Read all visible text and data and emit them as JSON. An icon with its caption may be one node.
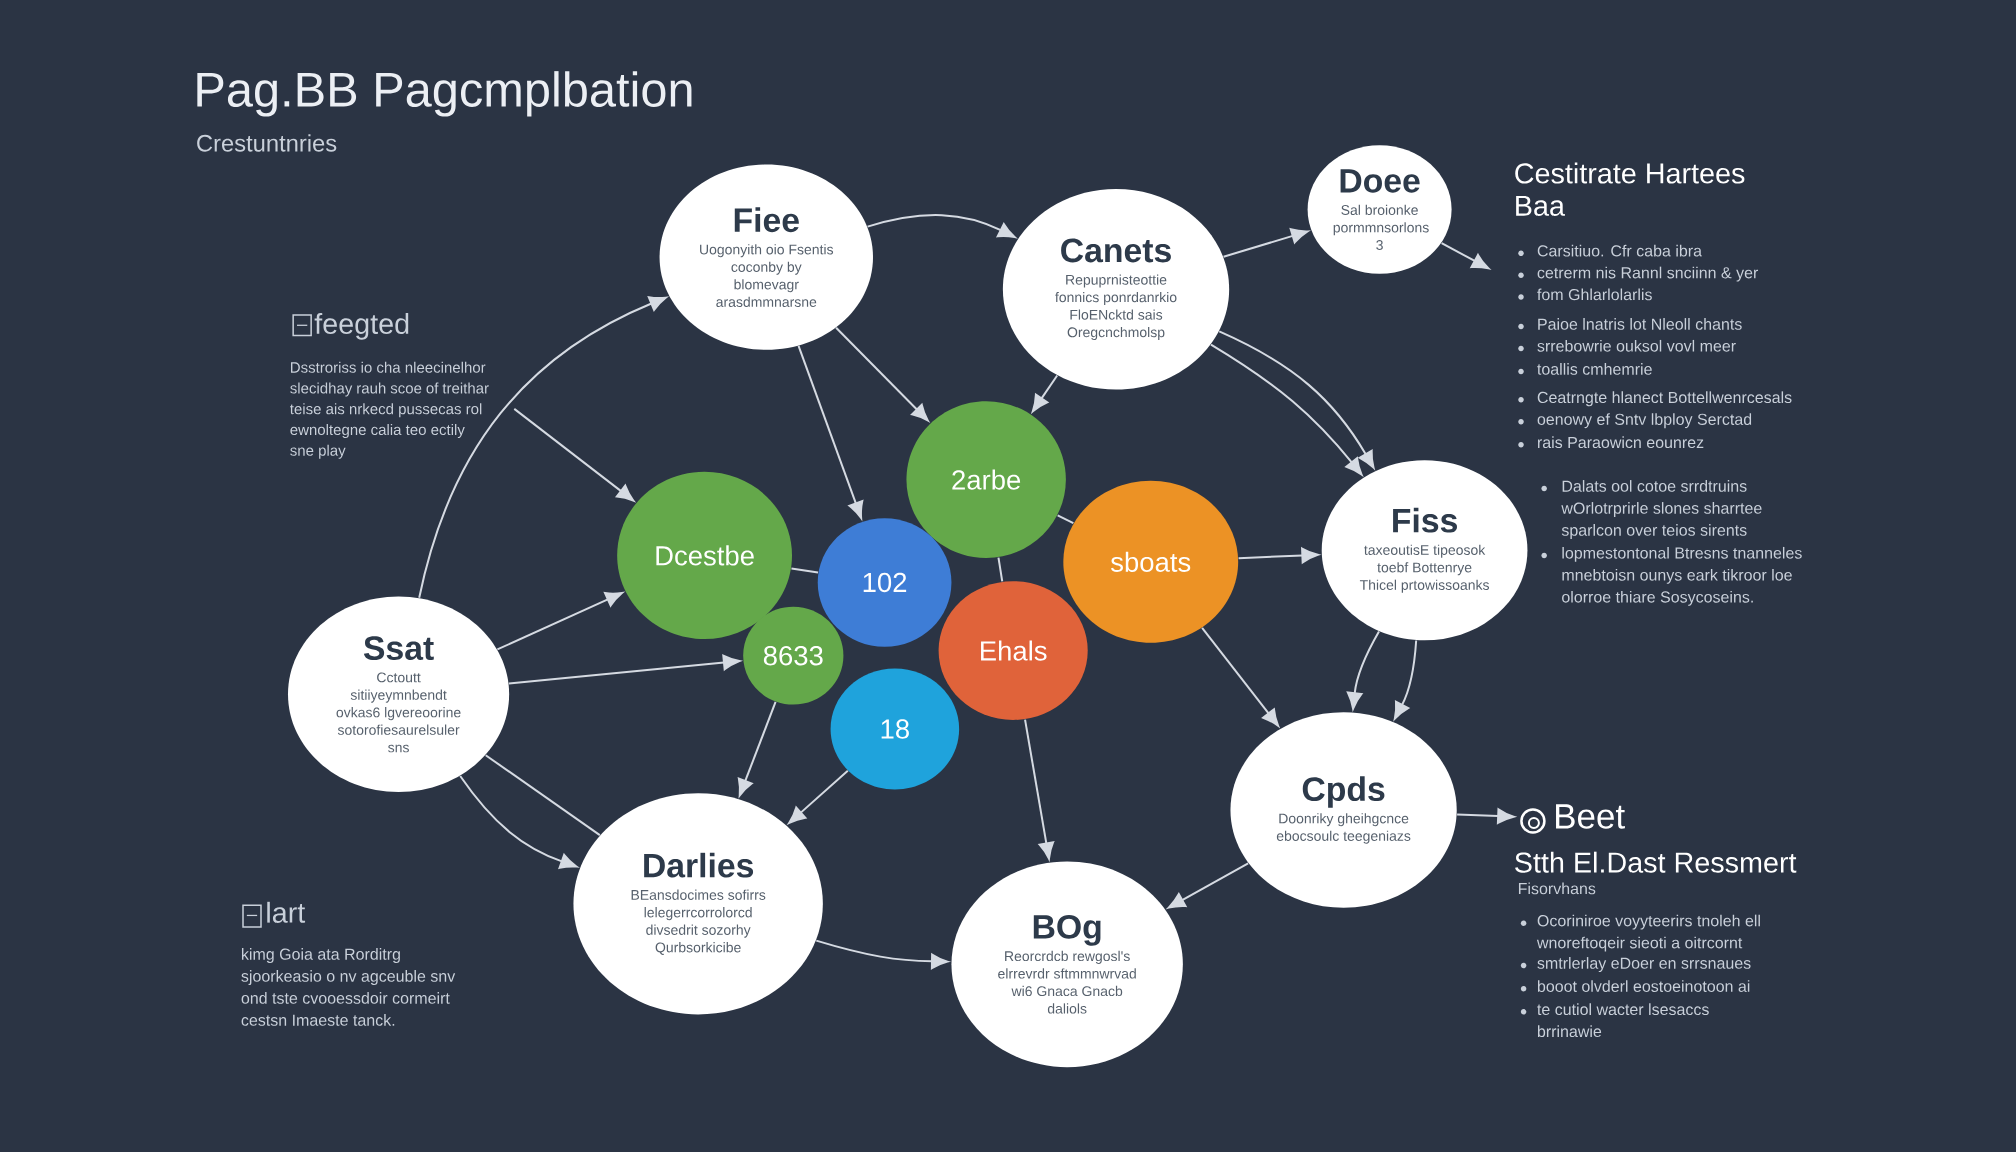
{
  "diagram": {
    "title": "Pag.BB Pagcmplbation",
    "nodes": [
      {
        "text": [
          "Fiee",
          "Uogonyith oio Fsentis coconby by blomevagr arasdmmnarsne"
        ]
      },
      {
        "text": [
          "Doee",
          "Sal broionke pormmnsorlons 3"
        ]
      },
      {
        "text": [
          "Canets",
          "Repuprnisteottie fonnics ponrdanrkio FloENcktd sais Oregcnchmolsp"
        ]
      },
      {
        "text": [
          "2arbe"
        ]
      },
      {
        "text": [
          "Fiss",
          "taxeoutisE tipeosok toebf Bottenrye Thicel prtowissoanks"
        ]
      },
      {
        "text": [
          "Dcestbe"
        ]
      },
      {
        "text": [
          "sboats"
        ]
      },
      {
        "text": [
          "102"
        ]
      },
      {
        "text": [
          "Ssat",
          "Cctoutt sitiiyeymnbendt ovkas6 lgvereoorine sotorofiesaurelsuler sns"
        ]
      },
      {
        "text": [
          "Ehals"
        ]
      },
      {
        "text": [
          "8633"
        ]
      },
      {
        "text": [
          "18"
        ]
      },
      {
        "text": [
          "Cpds",
          "Doonriky gheihgcnce ebocsoulc teegeniazs"
        ]
      },
      {
        "text": [
          "Beet"
        ]
      },
      {
        "text": [
          "Darlies",
          "BEansdocimes sofirrs lelegerrcorrolorcd divsedrit sozorhy Qurbsorkicibe"
        ]
      },
      {
        "text": [
          "BOg",
          "Reorcrdcb rewgosl's elrrevrdr sftmmnwrvad wi6 Gnaca Gnacb daliols"
        ]
      }
    ],
    "edges": [
      {
        "from": 8,
        "to": 0,
        "arrow": "to"
      },
      {
        "from": 0,
        "to": 2,
        "arrow": "to"
      },
      {
        "from": null,
        "to": 5,
        "arrow": "to"
      },
      {
        "from": 0,
        "to": 7,
        "arrow": "to"
      },
      {
        "from": 0,
        "to": 3,
        "arrow": "to"
      },
      {
        "from": 2,
        "to": 3,
        "arrow": "to"
      },
      {
        "from": 2,
        "to": 1,
        "arrow": "to"
      },
      {
        "from": 2,
        "to": 4,
        "arrow": "to"
      },
      {
        "from": 2,
        "to": 4,
        "arrow": "to"
      },
      {
        "from": 1,
        "to": null,
        "arrow": "to"
      },
      {
        "from": 6,
        "to": 4,
        "arrow": "to"
      },
      {
        "from": 4,
        "to": 12,
        "arrow": "to"
      },
      {
        "from": 4,
        "to": 12,
        "arrow": "to"
      },
      {
        "from": 6,
        "to": 12,
        "arrow": "to"
      },
      {
        "from": 9,
        "to": 15,
        "arrow": "to"
      },
      {
        "from": 12,
        "to": 15,
        "arrow": "to"
      },
      {
        "from": 12,
        "to": 13,
        "arrow": "to"
      },
      {
        "from": 14,
        "to": 15,
        "arrow": "to"
      },
      {
        "from": 11,
        "to": 14,
        "arrow": "to"
      },
      {
        "from": 10,
        "to": 14,
        "arrow": "to"
      },
      {
        "from": 8,
        "to": 14,
        "arrow": "to"
      },
      {
        "from": 8,
        "to": 14,
        "arrow": "none"
      },
      {
        "from": 8,
        "to": 5,
        "arrow": "to"
      },
      {
        "from": 8,
        "to": 10,
        "arrow": "to"
      },
      {
        "from": 5,
        "to": 7,
        "arrow": "none"
      },
      {
        "from": 3,
        "to": 6,
        "arrow": "none"
      },
      {
        "from": 3,
        "to": 9,
        "arrow": "none"
      }
    ],
    "labels": [
      "Crestuntnries",
      "feegted",
      "Dsstroriss io cha nleecinelhor slecidhay rauh scoe of treithar teise ais nrkecd pussecas rol ewnoltegne calia teo ectily sne play",
      "lart",
      "kimg Goia ata Rorditrg sjoorkeasio o nv agceuble snv ond tste cvooessdoir cormeirt cestsn Imaeste tanck.",
      "Cestitrate Hartees",
      "Baa",
      "Carsitiuo. Cfr caba ibra",
      "cetrerm nis Rannl snciinn & yer",
      "fom Ghlarlolarlis",
      "Paioe lnatris lot Nleoll chants",
      "srrebowrie ouksol vovl meer",
      "toallis cmhemrie",
      "Ceatrngte hlanect Bottellwenrcesals",
      "oenowy ef Sntv lbploy Serctad",
      "rais Paraowicn eounrez",
      "Dalats ool cotoe srrdtruins wOrlotrprirle slones sharrtee sparlcon over teios sirents",
      "lopmestontonal Btresns tnanneles mnebtoisn ounys eark tikroor loe olorroe thiare Sosycoseins.",
      "Stth El.Dast Ressmert",
      "Fisorvhans",
      "Ocoriniroe voyyteerirs tnoleh ell wnoreftoqeir sieoti a oitrcornt",
      "smtrlerlay eDoer en srrsnaues",
      "booot olvderl eostoeinotoon ai",
      "te cutiol wacter lsesaccs brrinawie"
    ]
  }
}
